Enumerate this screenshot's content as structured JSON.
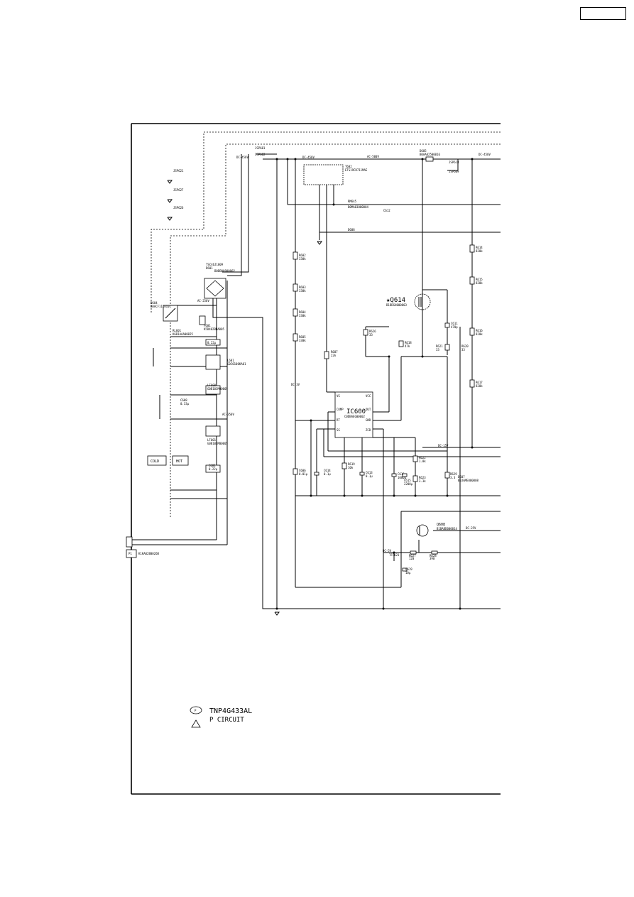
{
  "corner_box": {
    "text": ""
  },
  "labels": {
    "dc450_a": "DC-450V",
    "dc450_b": "DC-450V",
    "dc450_c": "DC-450V",
    "jsp601": "JSP601",
    "jsp602": "JSP602",
    "ac_500": "AC-500V",
    "t602": "T602",
    "t602_part": "ETS19CD711MAE",
    "d605": "D605",
    "d605_part": "B0AA02500016",
    "jsp618": "JSP618",
    "jsp609": "JSP609",
    "jsp621": "JSP621",
    "jsp627": "JSP627",
    "jsp626": "JSP626",
    "rm645": "RM645",
    "rm645_part": "B0MA03000004",
    "c612": "C612",
    "d608": "D608",
    "d604": "D604",
    "d604_part": "B0ACF1110101",
    "d601_bridge": "D601",
    "d601_bridge_part": "B0DB00000002",
    "bridge_lbl": "TSC46J1009",
    "l601": "L601",
    "l601_part": "G0C0100KA01",
    "rl601": "RL601",
    "rl601_part": "K6B1AAA00025",
    "q614": "★Q614",
    "q614_part": "B1DDGH000003",
    "ic600": "IC600",
    "ic600_part": "C0DBAEG00002",
    "q608": "Q608",
    "q608_part": "B1BABD000014",
    "l602": "LF600",
    "l602_part": "G0B103M00005",
    "l603": "LF601",
    "l603_part": "G0B103M00005",
    "c601": "C601",
    "c601_val": "0.22μ",
    "c605": "C605",
    "c605_val": "0.22μ",
    "c608": "C608",
    "c608_val": "0.33μ",
    "f601": "F601",
    "f601_part": "K5D402BNA005",
    "tfp621": "TFP621",
    "d607": "D607",
    "d607_part": "B0JAME000008",
    "dc_minus_5": "DC-5V",
    "dc_minus_25": "DC-25V",
    "dc_minus_15": "DC-15V",
    "dc_minus_3": "DC-3V",
    "ac_250": "AC-250V",
    "ac_350": "AC-350V",
    "cold": "COLD",
    "hot": "HOT",
    "p1": "P1",
    "p1_part": "K1KA02B0026B",
    "board_code": "TNP4G433AL",
    "board_name": "P CIRCUIT",
    "board_symbol": "P"
  },
  "resistors_left": [
    "R602",
    "R603",
    "R604",
    "R605"
  ],
  "resistor_vals_left": [
    "330k",
    "330k",
    "330k",
    "330k"
  ],
  "resistors_right": [
    "R614",
    "R615",
    "R616",
    "R617"
  ],
  "resistor_vals_right": [
    "820k",
    "820k",
    "820k",
    "820k"
  ],
  "small_parts": [
    {
      "ref": "R626",
      "val": "33"
    },
    {
      "ref": "R618",
      "val": "47k"
    },
    {
      "ref": "R621",
      "val": "33"
    },
    {
      "ref": "R620",
      "val": "33"
    },
    {
      "ref": "C611",
      "val": "470p"
    },
    {
      "ref": "R607",
      "val": "22k"
    },
    {
      "ref": "C606",
      "val": "0.01μ"
    },
    {
      "ref": "R619",
      "val": "10k"
    },
    {
      "ref": "C613",
      "val": "0.1μ"
    },
    {
      "ref": "C614",
      "val": "0.1μ"
    },
    {
      "ref": "C616",
      "val": "1000μ"
    },
    {
      "ref": "C615",
      "val": "2200μ"
    },
    {
      "ref": "R622",
      "val": "1.8k"
    },
    {
      "ref": "R623",
      "val": "3.3k"
    },
    {
      "ref": "R629",
      "val": "3.3"
    },
    {
      "ref": "C619",
      "val": "10μ"
    },
    {
      "ref": "R627",
      "val": "120"
    },
    {
      "ref": "R628",
      "val": "390"
    }
  ],
  "ic_pins_left": [
    "VS",
    "COMP",
    "RT",
    "SS"
  ],
  "ic_pins_right": [
    "VCC",
    "OUT",
    "GND",
    "ZCD"
  ]
}
